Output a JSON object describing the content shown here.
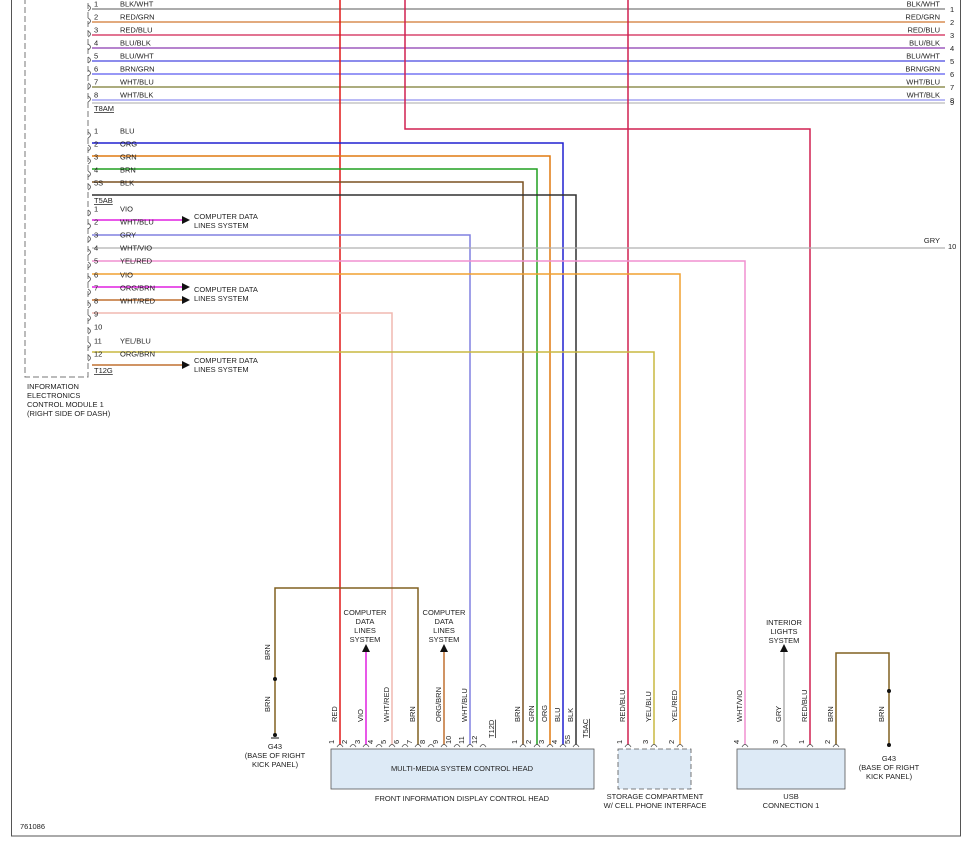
{
  "diagram_id": "761086",
  "module": {
    "lines": [
      "INFORMATION",
      "ELECTRONICS",
      "CONTROL MODULE 1",
      "(RIGHT SIDE OF DASH)"
    ]
  },
  "connector_t8am": {
    "name": "T8AM",
    "pins": [
      {
        "pin": "1",
        "wire": "BLK/WHT",
        "color": "#5a5a5a",
        "right_pin": "1"
      },
      {
        "pin": "2",
        "wire": "RED/GRN",
        "color": "#c07838",
        "right_pin": "2"
      },
      {
        "pin": "3",
        "wire": "RED/BLU",
        "color": "#d02050",
        "right_pin": "3"
      },
      {
        "pin": "4",
        "wire": "BLU/BLK",
        "color": "#8a3bb0",
        "right_pin": "4"
      },
      {
        "pin": "5",
        "wire": "BLU/WHT",
        "color": "#4848e0",
        "right_pin": "5"
      },
      {
        "pin": "6",
        "wire": "BRN/GRN",
        "color": "#5a5af0",
        "right_pin": "6"
      },
      {
        "pin": "7",
        "wire": "WHT/BLU",
        "color": "#7a7a30",
        "right_pin": "7"
      },
      {
        "pin": "8",
        "wire": "WHT/BLK",
        "color": "#9090f0",
        "right_pin": "8"
      }
    ],
    "extra_right_pin": "9"
  },
  "connector_t5ab": {
    "name": "T5AB",
    "pins": [
      {
        "pin": "1",
        "wire": "BLU",
        "color": "#2020d0"
      },
      {
        "pin": "2",
        "wire": "ORG",
        "color": "#e07a10"
      },
      {
        "pin": "3",
        "wire": "GRN",
        "color": "#20a020"
      },
      {
        "pin": "4",
        "wire": "BRN",
        "color": "#7a5020"
      },
      {
        "pin": "5S",
        "wire": "BLK",
        "color": "#303030"
      }
    ]
  },
  "connector_t12g": {
    "name": "T12G",
    "pins": [
      {
        "pin": "1",
        "wire": "VIO",
        "color": "#e020e0"
      },
      {
        "pin": "2",
        "wire": "WHT/BLU",
        "color": "#8080e0"
      },
      {
        "pin": "3",
        "wire": "GRY",
        "color": "#a8a8a8"
      },
      {
        "pin": "4",
        "wire": "WHT/VIO",
        "color": "#f090d0"
      },
      {
        "pin": "5",
        "wire": "YEL/RED",
        "color": "#f0a030"
      },
      {
        "pin": "6",
        "wire": "VIO",
        "color": "#e020e0"
      },
      {
        "pin": "7",
        "wire": "ORG/BRN",
        "color": "#c07030"
      },
      {
        "pin": "8",
        "wire": "WHT/RED",
        "color": "#f0b8b0"
      },
      {
        "pin": "9",
        "wire": "",
        "color": ""
      },
      {
        "pin": "10",
        "wire": "",
        "color": ""
      },
      {
        "pin": "11",
        "wire": "YEL/BLU",
        "color": "#c8b840"
      },
      {
        "pin": "12",
        "wire": "ORG/BRN",
        "color": "#c07030"
      }
    ]
  },
  "gry_right_pin": "10",
  "gry_right_label": "GRY",
  "computer_data": [
    "COMPUTER DATA",
    "LINES SYSTEM"
  ],
  "computer_data_vertical": [
    "COMPUTER",
    "DATA",
    "LINES",
    "SYSTEM"
  ],
  "interior_lights": [
    "INTERIOR",
    "LIGHTS",
    "SYSTEM"
  ],
  "ground_left": {
    "wire_top": "BRN",
    "wire_bottom": "BRN",
    "name": "G43",
    "lines": [
      "(BASE OF RIGHT",
      "KICK PANEL)"
    ]
  },
  "ground_right": {
    "wire": "BRN",
    "name": "G43",
    "lines": [
      "(BASE OF RIGHT",
      "KICK PANEL)"
    ]
  },
  "control_head": {
    "box_label": "MULTI-MEDIA SYSTEM CONTROL HEAD",
    "caption": "FRONT INFORMATION DISPLAY CONTROL HEAD",
    "t12d": "T12D",
    "t5ac": "T5AC",
    "t12d_pins": [
      {
        "pin": "1",
        "wire": "RED"
      },
      {
        "pin": "2",
        "wire": ""
      },
      {
        "pin": "3",
        "wire": "VIO"
      },
      {
        "pin": "4",
        "wire": ""
      },
      {
        "pin": "5",
        "wire": "WHT/RED"
      },
      {
        "pin": "6",
        "wire": ""
      },
      {
        "pin": "7",
        "wire": "BRN"
      },
      {
        "pin": "8",
        "wire": ""
      },
      {
        "pin": "9",
        "wire": "ORG/BRN"
      },
      {
        "pin": "10",
        "wire": ""
      },
      {
        "pin": "11",
        "wire": "WHT/BLU"
      },
      {
        "pin": "12",
        "wire": ""
      }
    ],
    "t5ac_pins": [
      {
        "pin": "1",
        "wire": "BRN"
      },
      {
        "pin": "2",
        "wire": "GRN"
      },
      {
        "pin": "3",
        "wire": "ORG"
      },
      {
        "pin": "4",
        "wire": "BLU"
      },
      {
        "pin": "5S",
        "wire": "BLK"
      }
    ]
  },
  "storage": {
    "caption_lines": [
      "STORAGE COMPARTMENT",
      "W/ CELL PHONE INTERFACE"
    ],
    "pins": [
      {
        "pin": "1",
        "wire": "RED/BLU"
      },
      {
        "pin": "3",
        "wire": "YEL/BLU"
      },
      {
        "pin": "2",
        "wire": "YEL/RED"
      }
    ]
  },
  "usb": {
    "caption_lines": [
      "USB",
      "CONNECTION 1"
    ],
    "pins": [
      {
        "pin": "4",
        "wire": "WHT/VIO"
      },
      {
        "pin": "3",
        "wire": "GRY"
      },
      {
        "pin": "1",
        "wire": "RED/BLU"
      },
      {
        "pin": "2",
        "wire": "BRN"
      }
    ]
  }
}
